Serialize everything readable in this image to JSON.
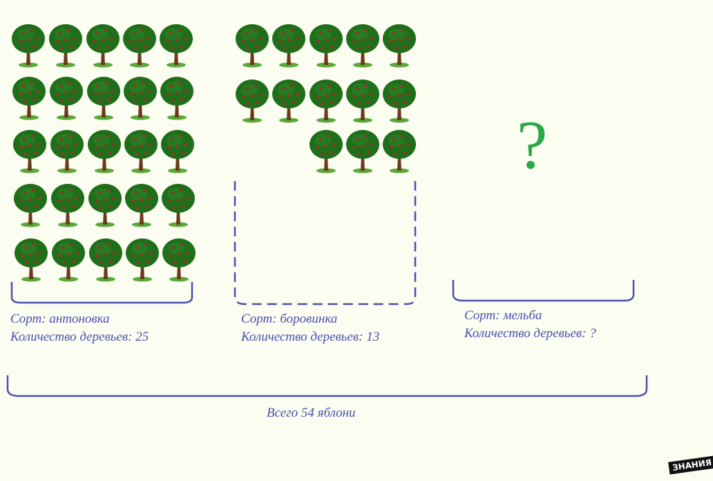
{
  "groups": [
    {
      "variety_line": "Сорт: антоновка",
      "count_line": "Количество деревьев: 25",
      "trees": 25
    },
    {
      "variety_line": "Сорт: боровинка",
      "count_line": "Количество деревьев: 13",
      "trees": 13
    },
    {
      "variety_line": "Сорт: мельба",
      "count_line": "Количество деревьев: ?",
      "unknown_mark": "?"
    }
  ],
  "total_label": "Всего 54 яблони",
  "logo_text": "ЗНАНИЯ",
  "colors": {
    "text": "#4a4fb0",
    "question": "#2aa84a",
    "bracket": "#4a4fb0",
    "foliage": "#1f6e1a",
    "trunk": "#6b3a1c",
    "apple": "#8a3a2a",
    "grass": "#5aa83a"
  }
}
